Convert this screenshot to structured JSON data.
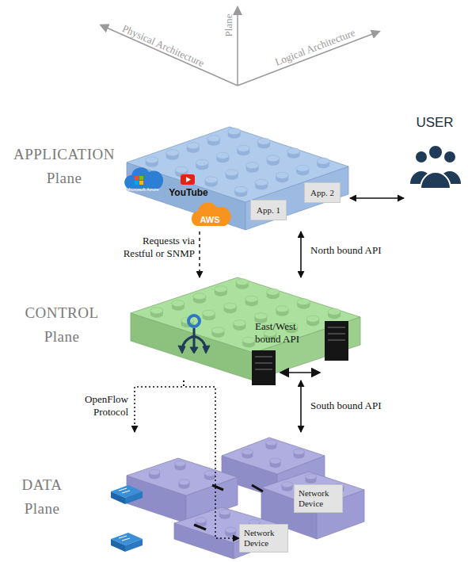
{
  "diagram": {
    "nodes": [
      {
        "text": [
          "APPLICATION Plane"
        ]
      },
      {
        "text": [
          "App. 1"
        ],
        "in": 0
      },
      {
        "text": [
          "App. 2"
        ],
        "in": 0
      },
      {
        "text": [
          "USER"
        ]
      },
      {
        "text": [
          "CONTROL Plane"
        ]
      },
      {
        "text": [
          "DATA Plane"
        ]
      },
      {
        "text": [
          "Network Device"
        ],
        "in": 5
      },
      {
        "text": [
          "Network Device"
        ],
        "in": 5
      }
    ],
    "edges": [
      {
        "from": 0,
        "to": 3,
        "arrow": "both"
      },
      {
        "from": 0,
        "to": 4,
        "label": "Requests via Restful or SNMP",
        "arrow": "to"
      },
      {
        "from": 0,
        "to": 4,
        "label": "North bound API",
        "arrow": "both"
      },
      {
        "from": 4,
        "to": 5,
        "label": "South bound API",
        "arrow": "both"
      },
      {
        "from": 4,
        "to": 5,
        "label": "OpenFlow Protocol",
        "arrow": "to"
      },
      {
        "from": 4,
        "to": 7,
        "arrow": "to"
      }
    ],
    "labels": [
      "Physical Architecture",
      "Plane",
      "Logical Architecture",
      "Microsoft Azure",
      "YouTube",
      "AWS",
      "East/West bound API"
    ]
  }
}
